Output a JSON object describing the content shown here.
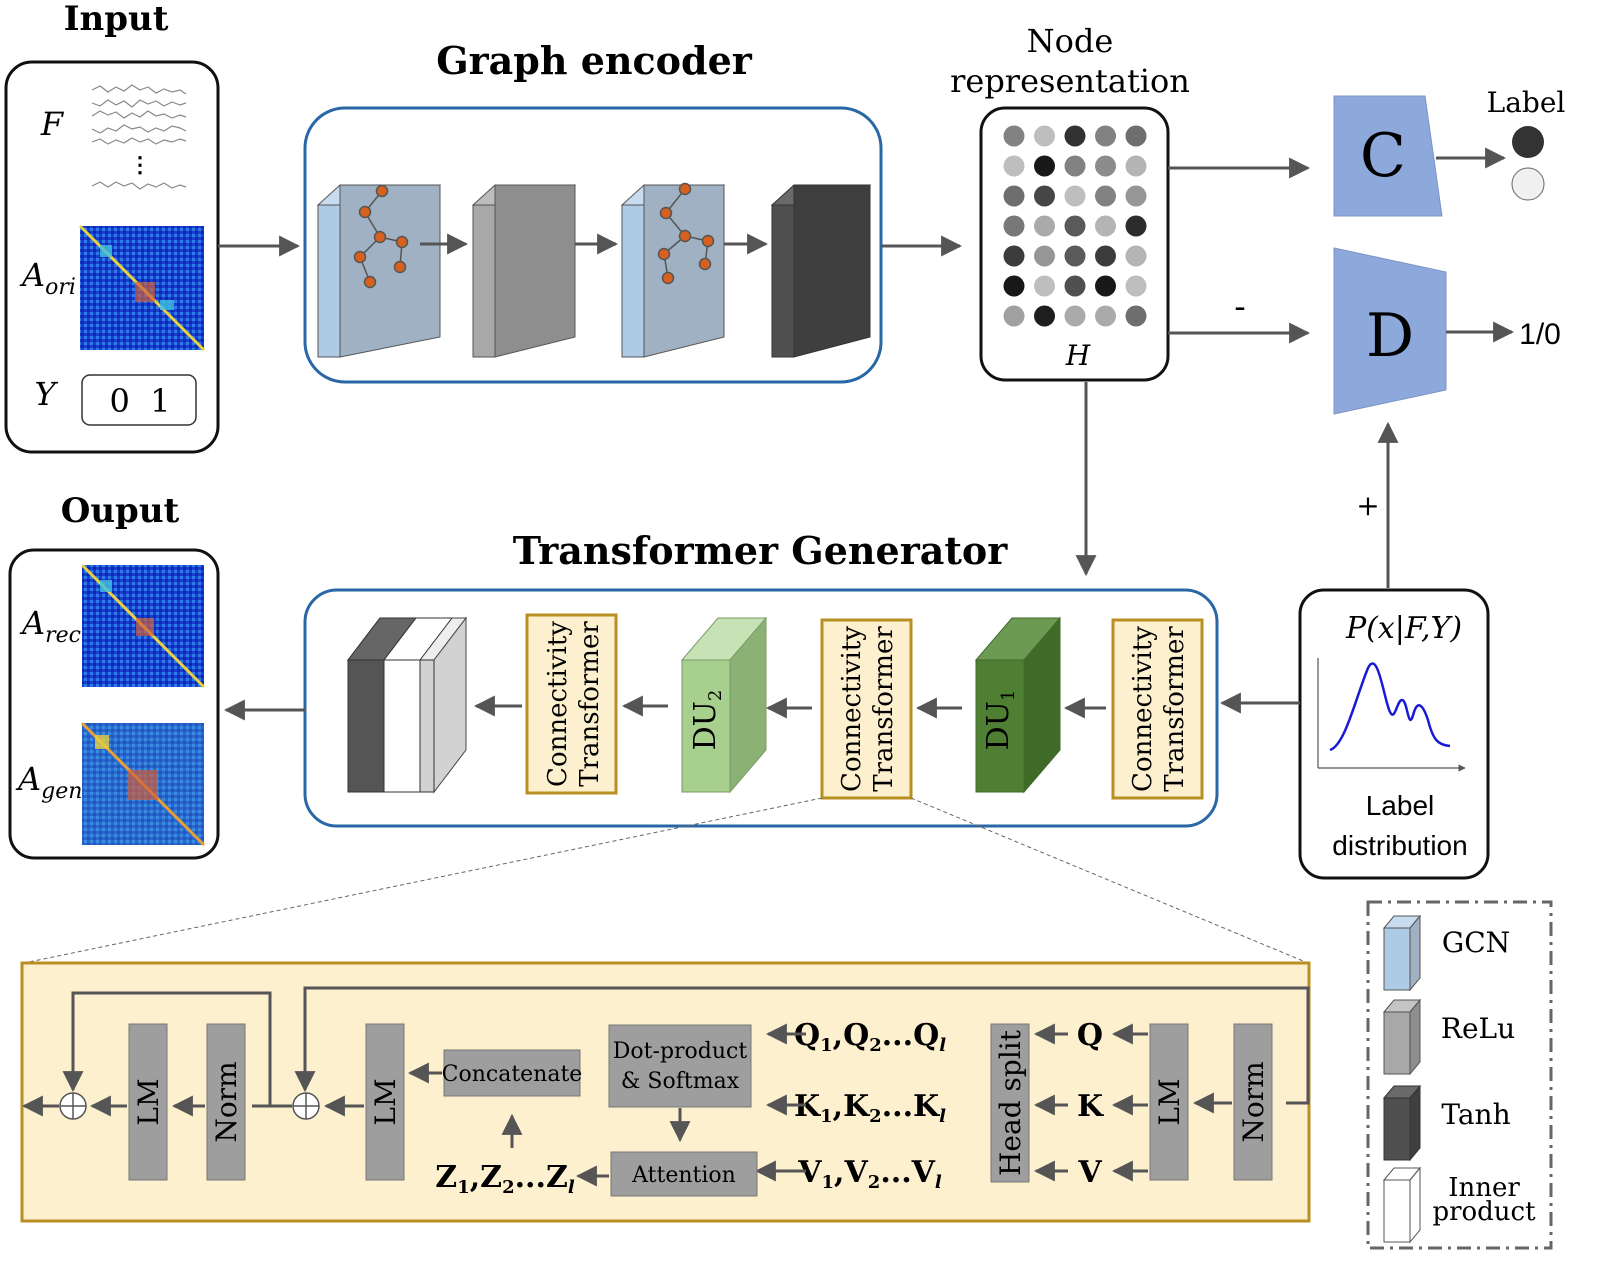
{
  "colors": {
    "blue_border": "#2a67a6",
    "gcn_front": "#aecbe6",
    "panel_fill": "#9fb1c2",
    "relu_gray": "#8e8e8e",
    "tanh_dark": "#3f3f3f",
    "node_orange": "#d8601e",
    "cd_blue": "#8da9dc",
    "transformer_fill": "#fdf0cf",
    "transformer_border": "#b88f22",
    "du1_green": "#4f7f33",
    "du2_green": "#a7cf8d",
    "gray_box": "#9e9e9e",
    "curve_blue": "#1a1ad6"
  },
  "input": {
    "title": "Input",
    "f_label": "F",
    "a_label_main": "A",
    "a_label_sub": "ori",
    "y_label": "Y",
    "y_value": "0  1",
    "vdots": "⋮"
  },
  "output": {
    "title": "Ouput",
    "rec_main": "A",
    "rec_sub": "rec",
    "gen_main": "A",
    "gen_sub": "gen"
  },
  "graph_encoder": {
    "title": "Graph encoder"
  },
  "node_repr": {
    "title_line1": "Node",
    "title_line2": "representation",
    "label": "H",
    "dot_grid": [
      [
        0.55,
        0.85,
        0.15,
        0.55,
        0.45
      ],
      [
        0.85,
        0.02,
        0.55,
        0.6,
        0.8
      ],
      [
        0.45,
        0.25,
        0.85,
        0.55,
        0.65
      ],
      [
        0.5,
        0.75,
        0.35,
        0.8,
        0.12
      ],
      [
        0.2,
        0.65,
        0.35,
        0.2,
        0.8
      ],
      [
        0.02,
        0.85,
        0.3,
        0.02,
        0.85
      ],
      [
        0.7,
        0.05,
        0.75,
        0.75,
        0.45
      ]
    ]
  },
  "classifier": {
    "letter": "C",
    "output_label": "Label"
  },
  "discriminator": {
    "letter": "D",
    "output_label": "1/0",
    "minus": "-",
    "plus": "+"
  },
  "label_dist": {
    "formula": "P(x|F,Y)",
    "line1": "Label",
    "line2": "distribution"
  },
  "transformer_generator": {
    "title": "Transformer Generator",
    "ct_line1": "Connectivity",
    "ct_line2": "Transformer",
    "du1_main": "DU",
    "du1_sub": "1",
    "du2_main": "DU",
    "du2_sub": "2"
  },
  "detail": {
    "lm": "LM",
    "norm": "Norm",
    "concatenate": "Concatenate",
    "dot_line1": "Dot-product",
    "dot_line2": "& Softmax",
    "attention": "Attention",
    "head_split": "Head split",
    "q": "Q",
    "k": "K",
    "v": "V",
    "q_seq_a": "Q",
    "q_seq_b": ",Q",
    "q_seq_c": "...Q",
    "k_seq_a": "K",
    "k_seq_b": ",K",
    "k_seq_c": "...K",
    "v_seq_a": "V",
    "v_seq_b": ",V",
    "v_seq_c": "...V",
    "z_seq_a": "Z",
    "z_seq_b": ",Z",
    "z_seq_c": "...Z",
    "sub1": "1",
    "sub2": "2",
    "subl": "l"
  },
  "legend": {
    "gcn": "GCN",
    "relu": "ReLu",
    "tanh": "Tanh",
    "inner_line1": "Inner",
    "inner_line2": "product"
  }
}
